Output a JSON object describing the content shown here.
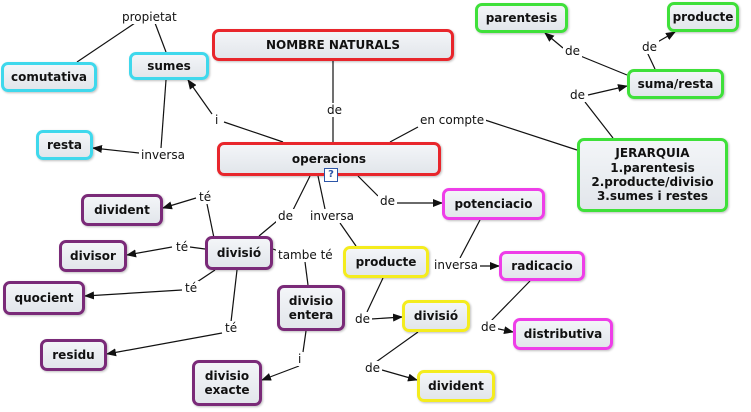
{
  "concept_map": {
    "colors": {
      "red": "#e8262c",
      "cyan": "#3fd8ec",
      "green": "#3fe03a",
      "magenta": "#ee3ee8",
      "yellow": "#f4ec1e",
      "purple": "#7a2a78",
      "line": "#111111"
    },
    "nodes": {
      "nombre_naturals": "NOMBRE NATURALS",
      "operacions": "operacions",
      "sumes": "sumes",
      "comutativa": "comutativa",
      "resta": "resta",
      "parentesis": "parentesis",
      "producte_top": "producte",
      "suma_resta": "suma/resta",
      "jerarquia": "JERARQUIA\n1.parentesis\n2.producte/divisio\n3.sumes i restes",
      "potenciacio": "potenciacio",
      "radicacio": "radicacio",
      "distributiva": "distributiva",
      "producte": "producte",
      "divisio_yellow": "divisió",
      "divident_yellow": "divident",
      "divisio_purple": "divisió",
      "divident_purple": "divident",
      "divisor": "divisor",
      "quocient": "quocient",
      "residu": "residu",
      "divisio_entera": "divisio\nentera",
      "divisio_exacte": "divisio\nexacte"
    },
    "linking_phrases": {
      "propietat": "propietat",
      "i_sumes": "i",
      "inversa_resta": "inversa",
      "de_nombre": "de",
      "en_compte": "en compte",
      "de_jerarquia": "de",
      "de_parentesis": "de",
      "de_producte_top": "de",
      "de_potenciacio": "de",
      "inversa_radicacio": "inversa",
      "de_distributiva": "de",
      "inversa_producte": "inversa",
      "de_divisio_yellow": "de",
      "de_divident_yellow": "de",
      "de_divisio_purple": "de",
      "te_divident": "té",
      "te_divisor": "té",
      "te_quocient": "té",
      "te_residu": "té",
      "tambe_te": "tambe té",
      "i_exacte": "i"
    }
  }
}
